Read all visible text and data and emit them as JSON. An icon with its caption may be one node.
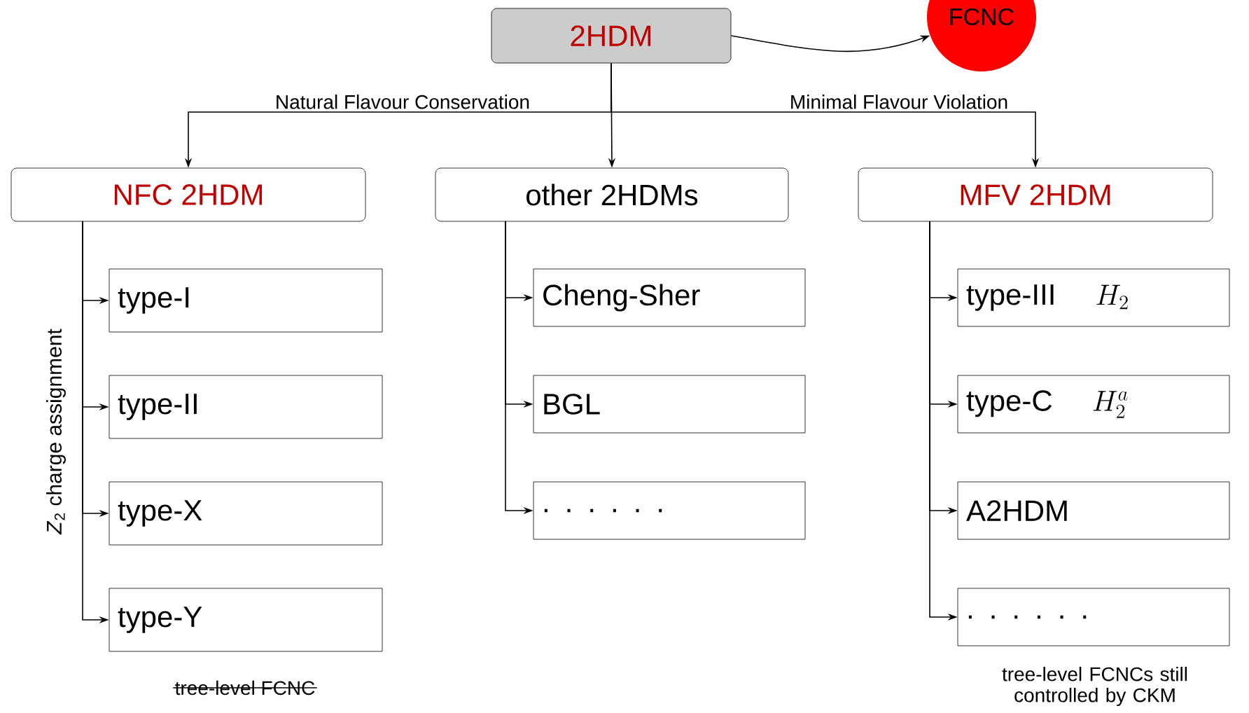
{
  "diagram": {
    "nodes": [
      {
        "text": [
          "2HDM"
        ]
      },
      {
        "text": [
          "FCNC"
        ]
      },
      {
        "text": [
          "NFC 2HDM"
        ]
      },
      {
        "text": [
          "other 2HDMs"
        ]
      },
      {
        "text": [
          "MFV 2HDM"
        ]
      },
      {
        "text": [
          "type-I"
        ]
      },
      {
        "text": [
          "type-II"
        ]
      },
      {
        "text": [
          "type-X"
        ]
      },
      {
        "text": [
          "type-Y"
        ]
      },
      {
        "text": [
          "Cheng-Sher"
        ]
      },
      {
        "text": [
          "BGL"
        ]
      },
      {
        "text": [
          ". . . . . ."
        ]
      },
      {
        "text": [
          "type-III",
          "H_2"
        ]
      },
      {
        "text": [
          "type-C",
          "H_2^a"
        ]
      },
      {
        "text": [
          "A2HDM"
        ]
      },
      {
        "text": [
          ". . . . . ."
        ]
      }
    ],
    "edges": [
      {
        "from": 0,
        "to": 1,
        "arrow": "to"
      },
      {
        "from": 0,
        "to": 2,
        "arrow": "to",
        "label": "Natural Flavour Conservation"
      },
      {
        "from": 0,
        "to": 3,
        "arrow": "to"
      },
      {
        "from": 0,
        "to": 4,
        "arrow": "to",
        "label": "Minimal Flavour Violation"
      },
      {
        "from": 2,
        "to": 5,
        "arrow": "to"
      },
      {
        "from": 2,
        "to": 6,
        "arrow": "to"
      },
      {
        "from": 2,
        "to": 7,
        "arrow": "to"
      },
      {
        "from": 2,
        "to": 8,
        "arrow": "to"
      },
      {
        "from": 3,
        "to": 9,
        "arrow": "to"
      },
      {
        "from": 3,
        "to": 10,
        "arrow": "to"
      },
      {
        "from": 3,
        "to": 11,
        "arrow": "to"
      },
      {
        "from": 4,
        "to": 12,
        "arrow": "to"
      },
      {
        "from": 4,
        "to": 13,
        "arrow": "to"
      },
      {
        "from": 4,
        "to": 14,
        "arrow": "to"
      },
      {
        "from": 4,
        "to": 15,
        "arrow": "to"
      }
    ],
    "labels": [
      "*Z*$_{2}$ charge assignment",
      "tree-level FCNC",
      "tree-level FCNCs still controlled by CKM"
    ]
  }
}
